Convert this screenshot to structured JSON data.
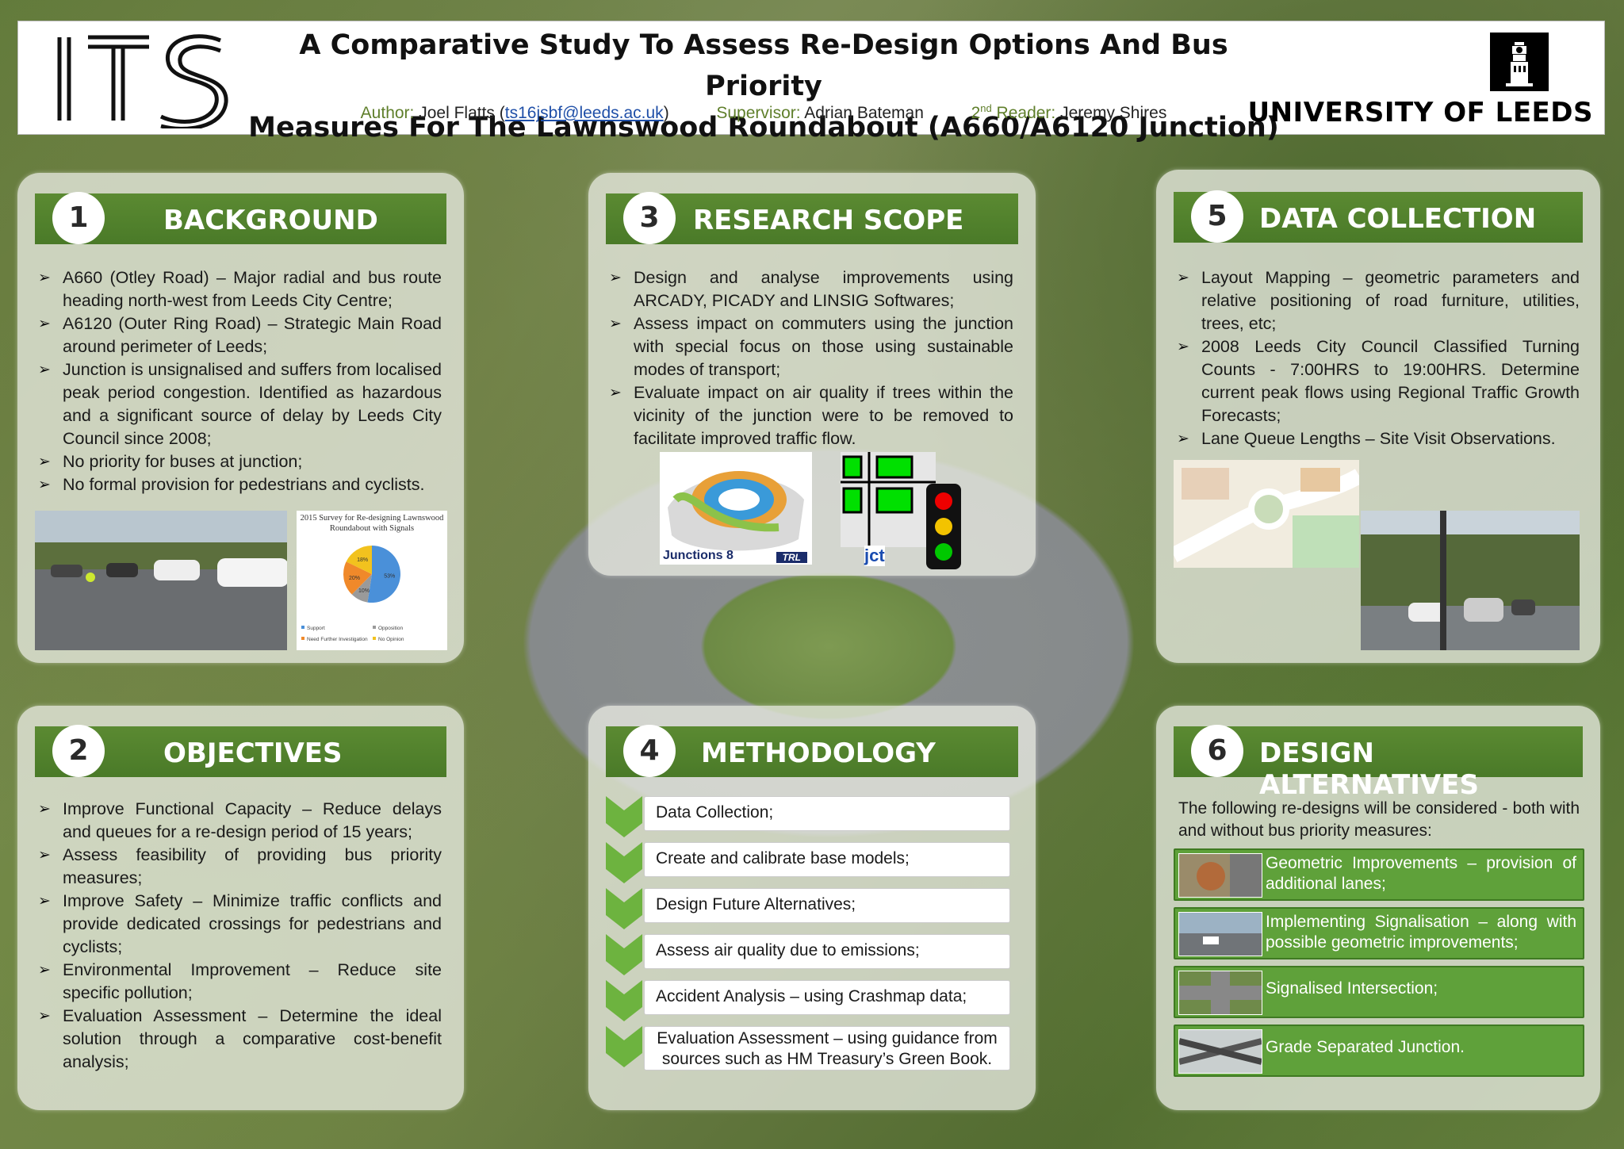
{
  "header": {
    "logo_text": "ITS",
    "title_line1": "A Comparative Study To Assess Re-Design Options And Bus Priority",
    "title_line2": "Measures For The Lawnswood Roundabout (A660/A6120 Junction)",
    "author_label": "Author:",
    "author_name": "Joel Flatts (",
    "author_email": "ts16jsbf@leeds.ac.uk",
    "author_close": ")",
    "supervisor_label": "Supervisor:",
    "supervisor_name": "Adrian Bateman",
    "reader_label_num": "2",
    "reader_label_sup": "nd",
    "reader_label_rest": " Reader:",
    "reader_name": "Jeremy Shires",
    "university": "UNIVERSITY OF LEEDS"
  },
  "panels": {
    "background": {
      "number": "1",
      "title": "BACKGROUND",
      "bullets": [
        "A660 (Otley Road) – Major radial and bus route heading north-west from Leeds City Centre;",
        "A6120 (Outer Ring Road) – Strategic Main Road around perimeter of Leeds;",
        "Junction is unsignalised and suffers from localised peak period congestion. Identified as hazardous and a significant source of delay by Leeds City Council since 2008;",
        "No priority for buses at junction;",
        "No formal provision for pedestrians and cyclists."
      ],
      "chart_title": "2015 Survey for Re-designing Lawnswood Roundabout with Signals"
    },
    "objectives": {
      "number": "2",
      "title": "OBJECTIVES",
      "bullets": [
        "Improve Functional Capacity – Reduce delays and queues for a re-design period of 15 years;",
        "Assess feasibility of providing bus priority measures;",
        "Improve Safety – Minimize traffic conflicts and provide dedicated crossings for pedestrians and cyclists;",
        "Environmental Improvement – Reduce site specific pollution;",
        "Evaluation Assessment – Determine the ideal solution through a comparative cost-benefit analysis;"
      ]
    },
    "research_scope": {
      "number": "3",
      "title": "RESEARCH SCOPE",
      "bullets": [
        "Design and analyse improvements using ARCADY, PICADY and LINSIG Softwares;",
        "Assess impact on commuters using the junction with special focus on those using sustainable modes of transport;",
        "Evaluate impact on air quality if trees within the vicinity of the junction were to be removed to facilitate improved traffic flow."
      ],
      "junctions_label": "Junctions 8",
      "trl_label": "TRL",
      "jct_label": "jct"
    },
    "methodology": {
      "number": "4",
      "title": "METHODOLOGY",
      "steps": [
        "Data Collection;",
        "Create and calibrate base models;",
        "Design Future Alternatives;",
        "Assess air quality due to emissions;",
        "Accident Analysis – using Crashmap data;",
        "Evaluation Assessment – using guidance from sources such as HM Treasury’s Green Book."
      ],
      "step6_line1": "Evaluation Assessment – using guidance from",
      "step6_line2": "sources such as HM Treasury’s Green Book."
    },
    "data_collection": {
      "number": "5",
      "title": "DATA COLLECTION",
      "bullets": [
        "Layout Mapping – geometric parameters and relative positioning of road furniture, utilities, trees, etc;",
        "2008 Leeds City Council Classified Turning Counts - 7:00HRS to 19:00HRS. Determine current peak flows using Regional Traffic Growth Forecasts;",
        "Lane Queue Lengths – Site Visit Observations."
      ]
    },
    "design_alternatives": {
      "number": "6",
      "title": "DESIGN ALTERNATIVES",
      "intro": "The following re-designs will be considered - both with and without bus priority measures:",
      "options": [
        "Geometric Improvements – provision of additional lanes;",
        "Implementing Signalisation – along with possible geometric improvements;",
        "Signalised Intersection;",
        "Grade Separated Junction."
      ]
    }
  },
  "chart_data": {
    "type": "pie",
    "title": "2015 Survey for Re-designing Lawnswood Roundabout with Signals",
    "categories": [
      "Support",
      "Opposition",
      "Need Further Investigation",
      "No Opinion"
    ],
    "values": [
      53,
      10,
      20,
      18
    ],
    "colors": [
      "#4a90d9",
      "#9a9a9a",
      "#f0892a",
      "#f2c21e"
    ],
    "legend": "bottom"
  }
}
